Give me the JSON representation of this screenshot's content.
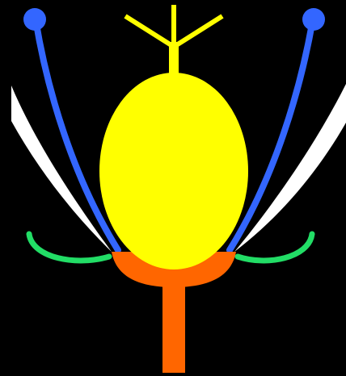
{
  "diagram": {
    "subject": "flower-structure",
    "colors": {
      "background": "#000000",
      "ovary": "#ffff00",
      "stigma_style": "#ffff00",
      "stamen_filament": "#3366ff",
      "anther": "#3366ff",
      "petal": "#ffffff",
      "sepal": "#22dd66",
      "receptacle": "#ff6600",
      "pedicel": "#ff6600"
    },
    "parts": [
      {
        "id": "stigma",
        "color_key": "stigma_style"
      },
      {
        "id": "style",
        "color_key": "stigma_style"
      },
      {
        "id": "ovary",
        "color_key": "ovary"
      },
      {
        "id": "stamen-left",
        "color_key": "stamen_filament"
      },
      {
        "id": "stamen-right",
        "color_key": "stamen_filament"
      },
      {
        "id": "petal-left",
        "color_key": "petal"
      },
      {
        "id": "petal-right",
        "color_key": "petal"
      },
      {
        "id": "sepal-left",
        "color_key": "sepal"
      },
      {
        "id": "sepal-right",
        "color_key": "sepal"
      },
      {
        "id": "receptacle",
        "color_key": "receptacle"
      },
      {
        "id": "pedicel",
        "color_key": "pedicel"
      }
    ]
  }
}
